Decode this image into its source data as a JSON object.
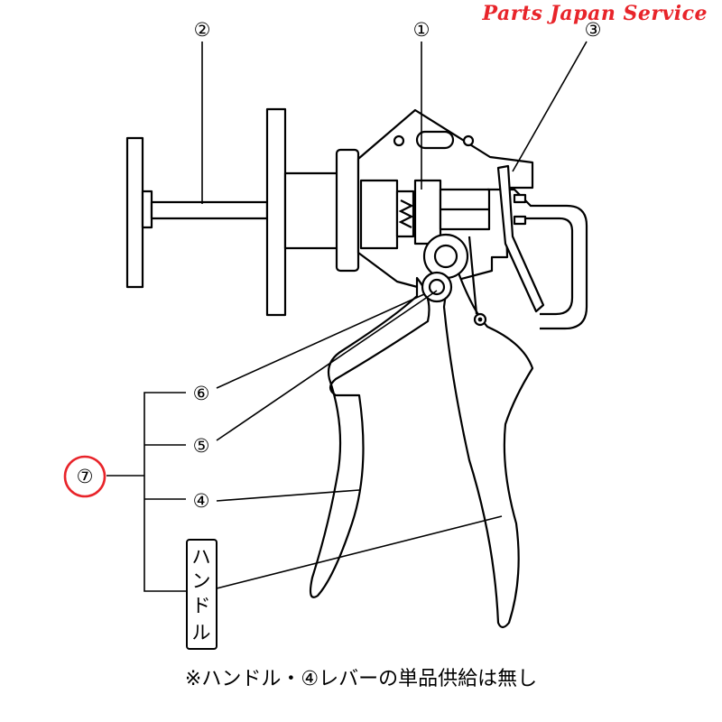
{
  "brand": "Parts Japan Service",
  "labels": {
    "p1": "①",
    "p2": "②",
    "p3": "③",
    "p4": "④",
    "p5": "⑤",
    "p6": "⑥",
    "p7": "⑦",
    "handle": [
      "ハ",
      "ン",
      "ド",
      "ル"
    ]
  },
  "highlight_color": "#e8242a",
  "footnote": "※ハンドル・④レバーの単品供給は無し"
}
